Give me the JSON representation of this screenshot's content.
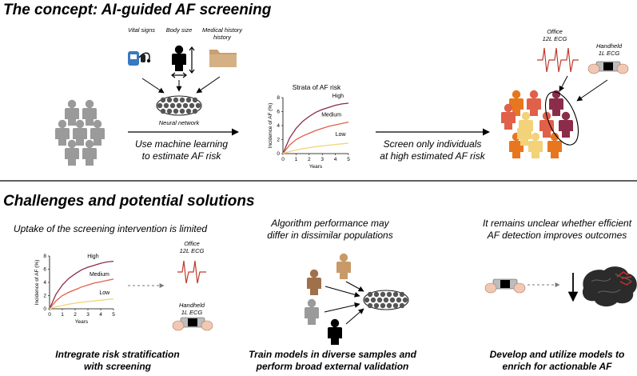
{
  "header": {
    "title": "The concept: AI-guided AF screening"
  },
  "concept": {
    "inputs": [
      "Vital signs",
      "Body size",
      "Medical history"
    ],
    "nn_label": "Neural network",
    "ml_caption_1": "Use machine learning",
    "ml_caption_2": "to estimate AF risk",
    "screen_caption_1": "Screen only individuals",
    "screen_caption_2": "at high estimated AF risk",
    "office_ecg_1": "Office",
    "office_ecg_2": "12L ECG",
    "handheld_ecg_1": "Handheld",
    "handheld_ecg_2": "1L ECG"
  },
  "challenges": {
    "title": "Challenges and potential solutions",
    "c1": {
      "title": "Uptake of the screening intervention is limited",
      "office_1": "Office",
      "office_2": "12L ECG",
      "handheld_1": "Handheld",
      "handheld_2": "1L ECG",
      "solution_1": "Intregrate risk stratification",
      "solution_2": "with screening"
    },
    "c2": {
      "title_1": "Algorithm performance may",
      "title_2": "differ in dissimilar populations",
      "solution_1": "Train models in diverse samples and",
      "solution_2": "perform broad external validation"
    },
    "c3": {
      "title_1": "It remains unclear whether efficient",
      "title_2": "AF detection improves outcomes",
      "solution_1": "Develop and utilize models to",
      "solution_2": "enrich for actionable AF"
    }
  },
  "chart_data": [
    {
      "type": "line",
      "title": "Strata of AF risk",
      "xlabel": "Years",
      "ylabel": "Incidence of AF (%)",
      "xlim": [
        0,
        5
      ],
      "ylim": [
        0,
        8
      ],
      "xticks": [
        0,
        1,
        2,
        3,
        4,
        5
      ],
      "yticks": [
        0,
        2,
        4,
        6,
        8
      ],
      "series": [
        {
          "name": "High",
          "color": "#8b2d4a",
          "x": [
            0,
            0.5,
            1,
            1.5,
            2,
            2.5,
            3,
            3.5,
            4,
            4.5,
            5
          ],
          "values": [
            0,
            2.2,
            3.6,
            4.6,
            5.3,
            5.9,
            6.3,
            6.6,
            6.9,
            7.1,
            7.2
          ]
        },
        {
          "name": "Medium",
          "color": "#e0604a",
          "x": [
            0,
            0.5,
            1,
            1.5,
            2,
            2.5,
            3,
            3.5,
            4,
            4.5,
            5
          ],
          "values": [
            0,
            1.2,
            2.0,
            2.5,
            2.9,
            3.3,
            3.6,
            3.9,
            4.1,
            4.3,
            4.5
          ]
        },
        {
          "name": "Low",
          "color": "#f3d27a",
          "x": [
            0,
            0.5,
            1,
            1.5,
            2,
            2.5,
            3,
            3.5,
            4,
            4.5,
            5
          ],
          "values": [
            0,
            0.3,
            0.5,
            0.7,
            0.85,
            1.0,
            1.1,
            1.2,
            1.3,
            1.4,
            1.5
          ]
        }
      ]
    },
    {
      "type": "line",
      "title": "",
      "xlabel": "Years",
      "ylabel": "Incidence of AF (%)",
      "xlim": [
        0,
        5
      ],
      "ylim": [
        0,
        8
      ],
      "xticks": [
        0,
        1,
        2,
        3,
        4,
        5
      ],
      "yticks": [
        0,
        2,
        4,
        6,
        8
      ],
      "series": [
        {
          "name": "High",
          "color": "#8b2d4a",
          "x": [
            0,
            0.5,
            1,
            1.5,
            2,
            2.5,
            3,
            3.5,
            4,
            4.5,
            5
          ],
          "values": [
            0,
            2.2,
            3.6,
            4.6,
            5.3,
            5.9,
            6.3,
            6.6,
            6.9,
            7.1,
            7.2
          ]
        },
        {
          "name": "Medium",
          "color": "#e0604a",
          "x": [
            0,
            0.5,
            1,
            1.5,
            2,
            2.5,
            3,
            3.5,
            4,
            4.5,
            5
          ],
          "values": [
            0,
            1.2,
            2.0,
            2.5,
            2.9,
            3.3,
            3.6,
            3.9,
            4.1,
            4.3,
            4.5
          ]
        },
        {
          "name": "Low",
          "color": "#f3d27a",
          "x": [
            0,
            0.5,
            1,
            1.5,
            2,
            2.5,
            3,
            3.5,
            4,
            4.5,
            5
          ],
          "values": [
            0,
            0.3,
            0.5,
            0.7,
            0.85,
            1.0,
            1.1,
            1.2,
            1.3,
            1.4,
            1.5
          ]
        }
      ]
    }
  ],
  "colors": {
    "high": "#8b2d4a",
    "medium": "#e0604a",
    "low": "#f3d27a",
    "orange": "#e8761f",
    "gray_person": "#9a9a9a",
    "tan_person": "#c89a6a",
    "ecg_red": "#c0392b"
  }
}
